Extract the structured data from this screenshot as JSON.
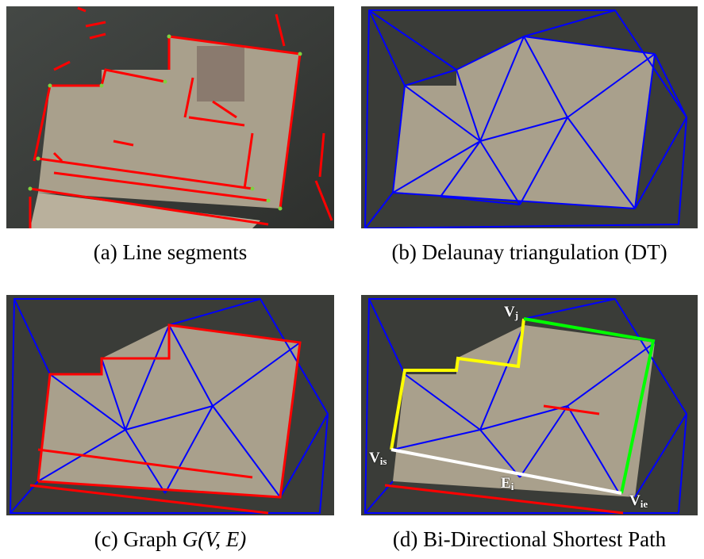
{
  "figure": {
    "panels": [
      {
        "id": "a",
        "caption": "(a) Line segments"
      },
      {
        "id": "b",
        "caption": "(b) Delaunay triangulation (DT)"
      },
      {
        "id": "c",
        "caption_prefix": "(c) Graph ",
        "caption_math": "G(V, E)"
      },
      {
        "id": "d",
        "caption": "(d) Bi-Directional Shortest Path"
      }
    ],
    "path_labels": {
      "vj_main": "V",
      "vj_sub": "j",
      "vis_main": "V",
      "vis_sub": "is",
      "vie_main": "V",
      "vie_sub": "ie",
      "ei_main": "E",
      "ei_sub": "i"
    },
    "colors": {
      "line_segment": "#ff0000",
      "triangulation_edge": "#0000ff",
      "endpoint": "#7fd040",
      "path_forward": "#ffff00",
      "path_backward": "#00ff00",
      "edge_ei": "#ffffff"
    }
  }
}
